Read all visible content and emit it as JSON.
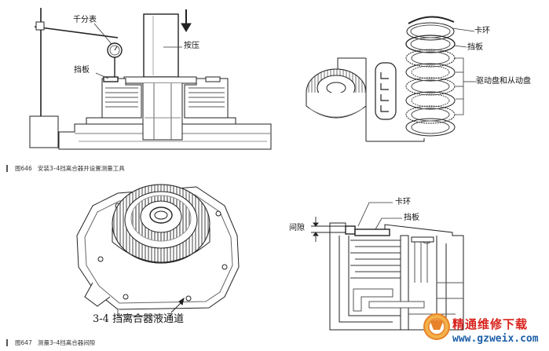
{
  "figure1": {
    "callouts": {
      "dial_indicator": "千分表",
      "press": "按压",
      "retainer_plate": "挡板",
      "snap_ring": "卡环",
      "retainer_plate_right": "挡板",
      "drive_driven_discs": "驱动盘和从动盘"
    },
    "caption_number": "图646",
    "caption_text": "安装3–4挡离合器并设置测量工具"
  },
  "figure2": {
    "callouts": {
      "passage": "3-4 挡离合器液通道",
      "snap_ring": "卡环",
      "retainer_plate": "挡板",
      "clearance": "间隙"
    },
    "caption_number": "图647",
    "caption_text": "测量3–4挡离合器间隙"
  },
  "watermark": {
    "name": "精通维修下载",
    "url": "www.gzweix.com",
    "colors": {
      "name": "#d9231c",
      "url": "#1e5fa8",
      "badge": "#e8822a"
    }
  }
}
